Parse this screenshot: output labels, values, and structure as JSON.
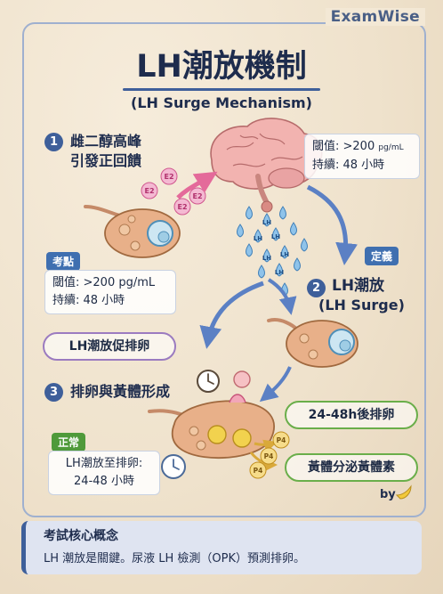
{
  "brand": "ExamWise",
  "title": "LH潮放機制",
  "subtitle": "(LH Surge Mechanism)",
  "steps": {
    "one": {
      "num": "1",
      "line1": "雌二醇高峰",
      "line2": "引發正回饋"
    },
    "two": {
      "num": "2",
      "line1": "LH潮放",
      "line2": "(LH Surge)"
    },
    "three": {
      "num": "3",
      "label": "排卵與黃體形成"
    }
  },
  "hormone_labels": {
    "estradiol": "E2",
    "lh": "LH",
    "progesterone": "P4"
  },
  "exam_point": {
    "tag": "考點",
    "line1": "閾值: >200 pg/mL",
    "line2": "持續: 48 小時"
  },
  "brain_box": {
    "line1": "閾值: >200",
    "line1_unit": "pg/mL",
    "line2": "持續: 48 小時"
  },
  "definition_tag": "定義",
  "pill_ovulation": "LH潮放促排卵",
  "pill_hours": "24-48h後排卵",
  "pill_progesterone": "黃體分泌黃體素",
  "normal": {
    "tag": "正常",
    "line1": "LH潮放至排卵:",
    "line2": "24-48 小時"
  },
  "byline": "by",
  "footer": {
    "title": "考試核心概念",
    "body": "LH 潮放是關鍵。尿液 LH 檢測（OPK）預測排卵。"
  },
  "colors": {
    "accent": "#3e5f9a",
    "green": "#4f9a3a",
    "purple": "#9b7bc0",
    "arrow": "#5b80c4",
    "pink": "#e46a9a"
  }
}
